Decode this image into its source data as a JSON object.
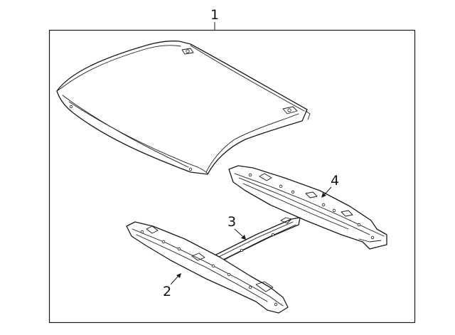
{
  "diagram": {
    "callouts": [
      {
        "id": "roof-panel",
        "number": "1"
      },
      {
        "id": "rear-rail",
        "number": "2"
      },
      {
        "id": "center-bow",
        "number": "3"
      },
      {
        "id": "front-header",
        "number": "4"
      }
    ]
  }
}
